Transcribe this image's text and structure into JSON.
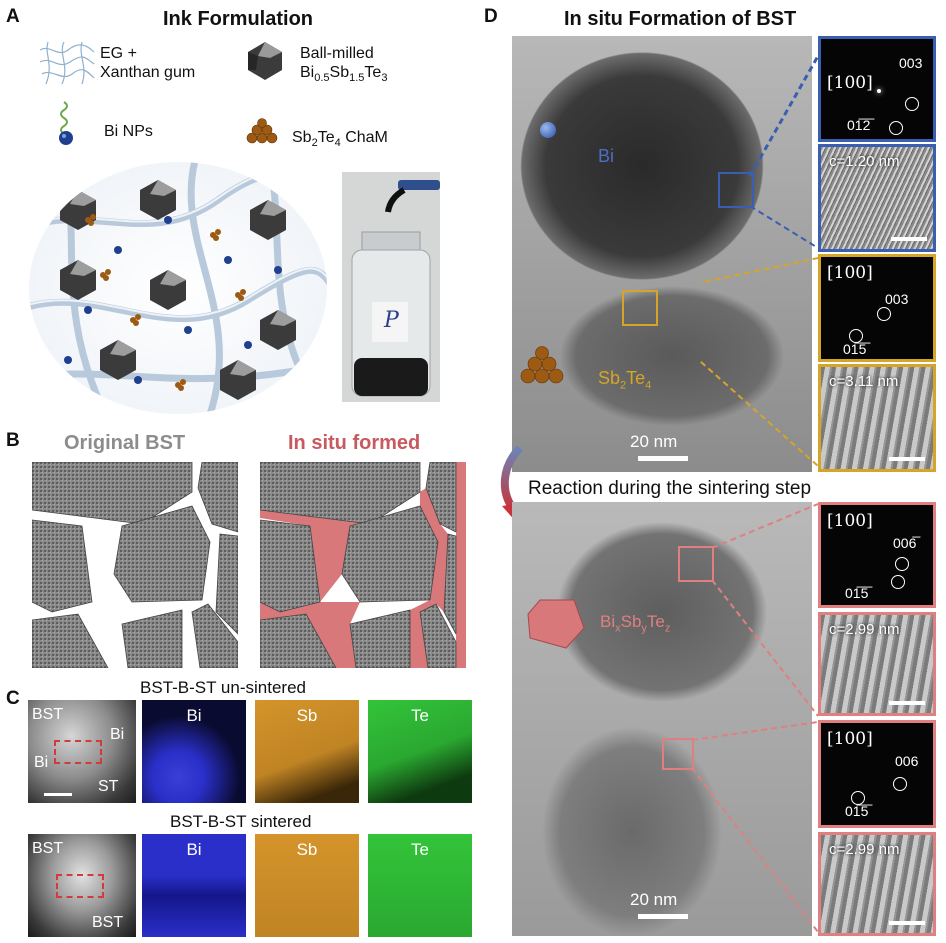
{
  "panel_a": {
    "label": "A",
    "title": "Ink Formulation",
    "legend": {
      "eg_line1": "EG +",
      "eg_line2": "Xanthan gum",
      "ballmilled_line1": "Ball-milled",
      "ballmilled_formula": [
        "Bi",
        "0.5",
        "Sb",
        "1.5",
        "Te",
        "3"
      ],
      "bi_nps": "Bi NPs",
      "chaM_formula": [
        "Sb",
        "2",
        "Te",
        "4"
      ],
      "chaM_suffix": "ChaM"
    },
    "jar_label": "P"
  },
  "panel_b": {
    "label": "B",
    "left_title": "Original BST",
    "right_title": "In situ formed",
    "colors": {
      "grain": "#7a7a7a",
      "insitu": "#d9787a",
      "left_title": "#8c8c8c",
      "right_title": "#c75a5f"
    }
  },
  "panel_c": {
    "label": "C",
    "row1": {
      "title": "BST-B-ST un-sintered",
      "labels": [
        "BST",
        "Bi",
        "Bi",
        "ST"
      ],
      "maps": [
        "Bi",
        "Sb",
        "Te"
      ]
    },
    "row2": {
      "title": "BST-B-ST sintered",
      "labels": [
        "BST",
        "BST"
      ],
      "maps": [
        "Bi",
        "Sb",
        "Te"
      ]
    },
    "colors": {
      "Bi": "#2a2fc9",
      "Sb": "#d4942a",
      "Te": "#33c43a"
    }
  },
  "panel_d": {
    "label": "D",
    "title": "In situ Formation of BST",
    "top": {
      "bi_label": "Bi",
      "sbte_formula": [
        "Sb",
        "2",
        "Te",
        "4"
      ],
      "scale": "20 nm",
      "insets": [
        {
          "zone": "[100]",
          "spot1": "003",
          "spot2": "01̅2̅",
          "lattice": "c=1.20 nm",
          "color": "#3a5fb0"
        },
        {
          "zone": "[100]",
          "spot1": "003",
          "spot2": "01̅5̅",
          "lattice": "c=3.11 nm",
          "color": "#d4a526"
        }
      ]
    },
    "reaction_text": "Reaction during the sintering step",
    "bottom": {
      "phase_formula": [
        "Bi",
        "x",
        "Sb",
        "y",
        "Te",
        "z"
      ],
      "scale": "20 nm",
      "insets": [
        {
          "zone": "[100]",
          "spot1": "006̅",
          "spot2": "01̅5̅",
          "lattice": "c=2.99 nm",
          "color": "#e07f80"
        },
        {
          "zone": "[100]",
          "spot1": "006",
          "spot2": "01̅5̅",
          "lattice": "c=2.99 nm",
          "color": "#e07f80"
        }
      ]
    },
    "colors": {
      "bi": "#4b6fc1",
      "sbte": "#d4a526",
      "bst": "#e07f80"
    }
  }
}
